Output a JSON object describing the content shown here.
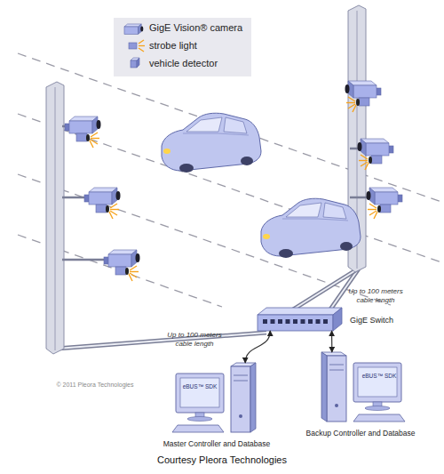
{
  "diagram": {
    "caption": "Courtesy Pleora Technologies",
    "nodes": [
      {
        "text": [
          "GigE Switch"
        ]
      },
      {
        "text": [
          "Master Controller and Database"
        ]
      },
      {
        "text": [
          "Backup Controller and Database"
        ]
      }
    ],
    "edges": [
      {
        "from": 0,
        "to": 1,
        "arrow": "both"
      },
      {
        "from": 0,
        "to": 2,
        "arrow": "both"
      }
    ],
    "labels": [
      "Up to 100 meters cable length",
      "Up to 100 meters cable length",
      "© 2011 Pleora Technologies",
      "eBUS™ SDK",
      "eBUS™ SDK"
    ],
    "legend": [
      {
        "text": "GigE Vision® camera"
      },
      {
        "text": "strobe light"
      },
      {
        "text": "vehicle detector"
      }
    ]
  }
}
